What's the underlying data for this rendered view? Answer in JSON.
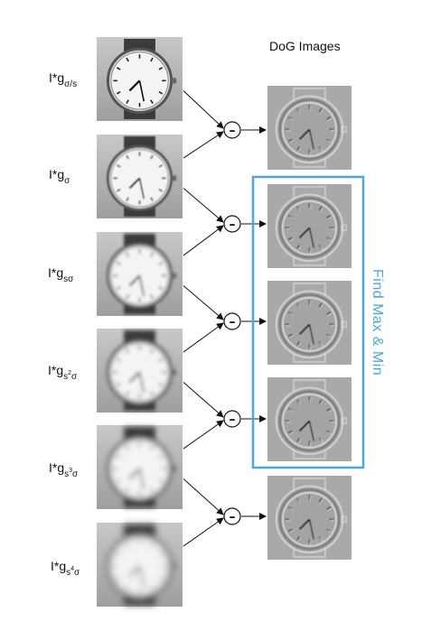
{
  "title": "DoG Images",
  "highlight_label": "Find Max & Min",
  "operator_symbol": "–",
  "gaussian_labels": [
    {
      "base": "I*g",
      "sub": "σ/s",
      "sub_sup": "",
      "sub_tail": ""
    },
    {
      "base": "I*g",
      "sub": "σ",
      "sub_sup": "",
      "sub_tail": ""
    },
    {
      "base": "I*g",
      "sub": "sσ",
      "sub_sup": "",
      "sub_tail": ""
    },
    {
      "base": "I*g",
      "sub": "s",
      "sub_sup": "2",
      "sub_tail": "σ"
    },
    {
      "base": "I*g",
      "sub": "s",
      "sub_sup": "3",
      "sub_tail": "σ"
    },
    {
      "base": "I*g",
      "sub": "s",
      "sub_sup": "4",
      "sub_tail": "σ"
    }
  ],
  "colors": {
    "highlight": "#4aa6dc",
    "arrow": "#111111",
    "frame_bg": "#bdbdbd"
  },
  "icons": [
    "watch-image",
    "minus-operator-icon",
    "arrow"
  ]
}
